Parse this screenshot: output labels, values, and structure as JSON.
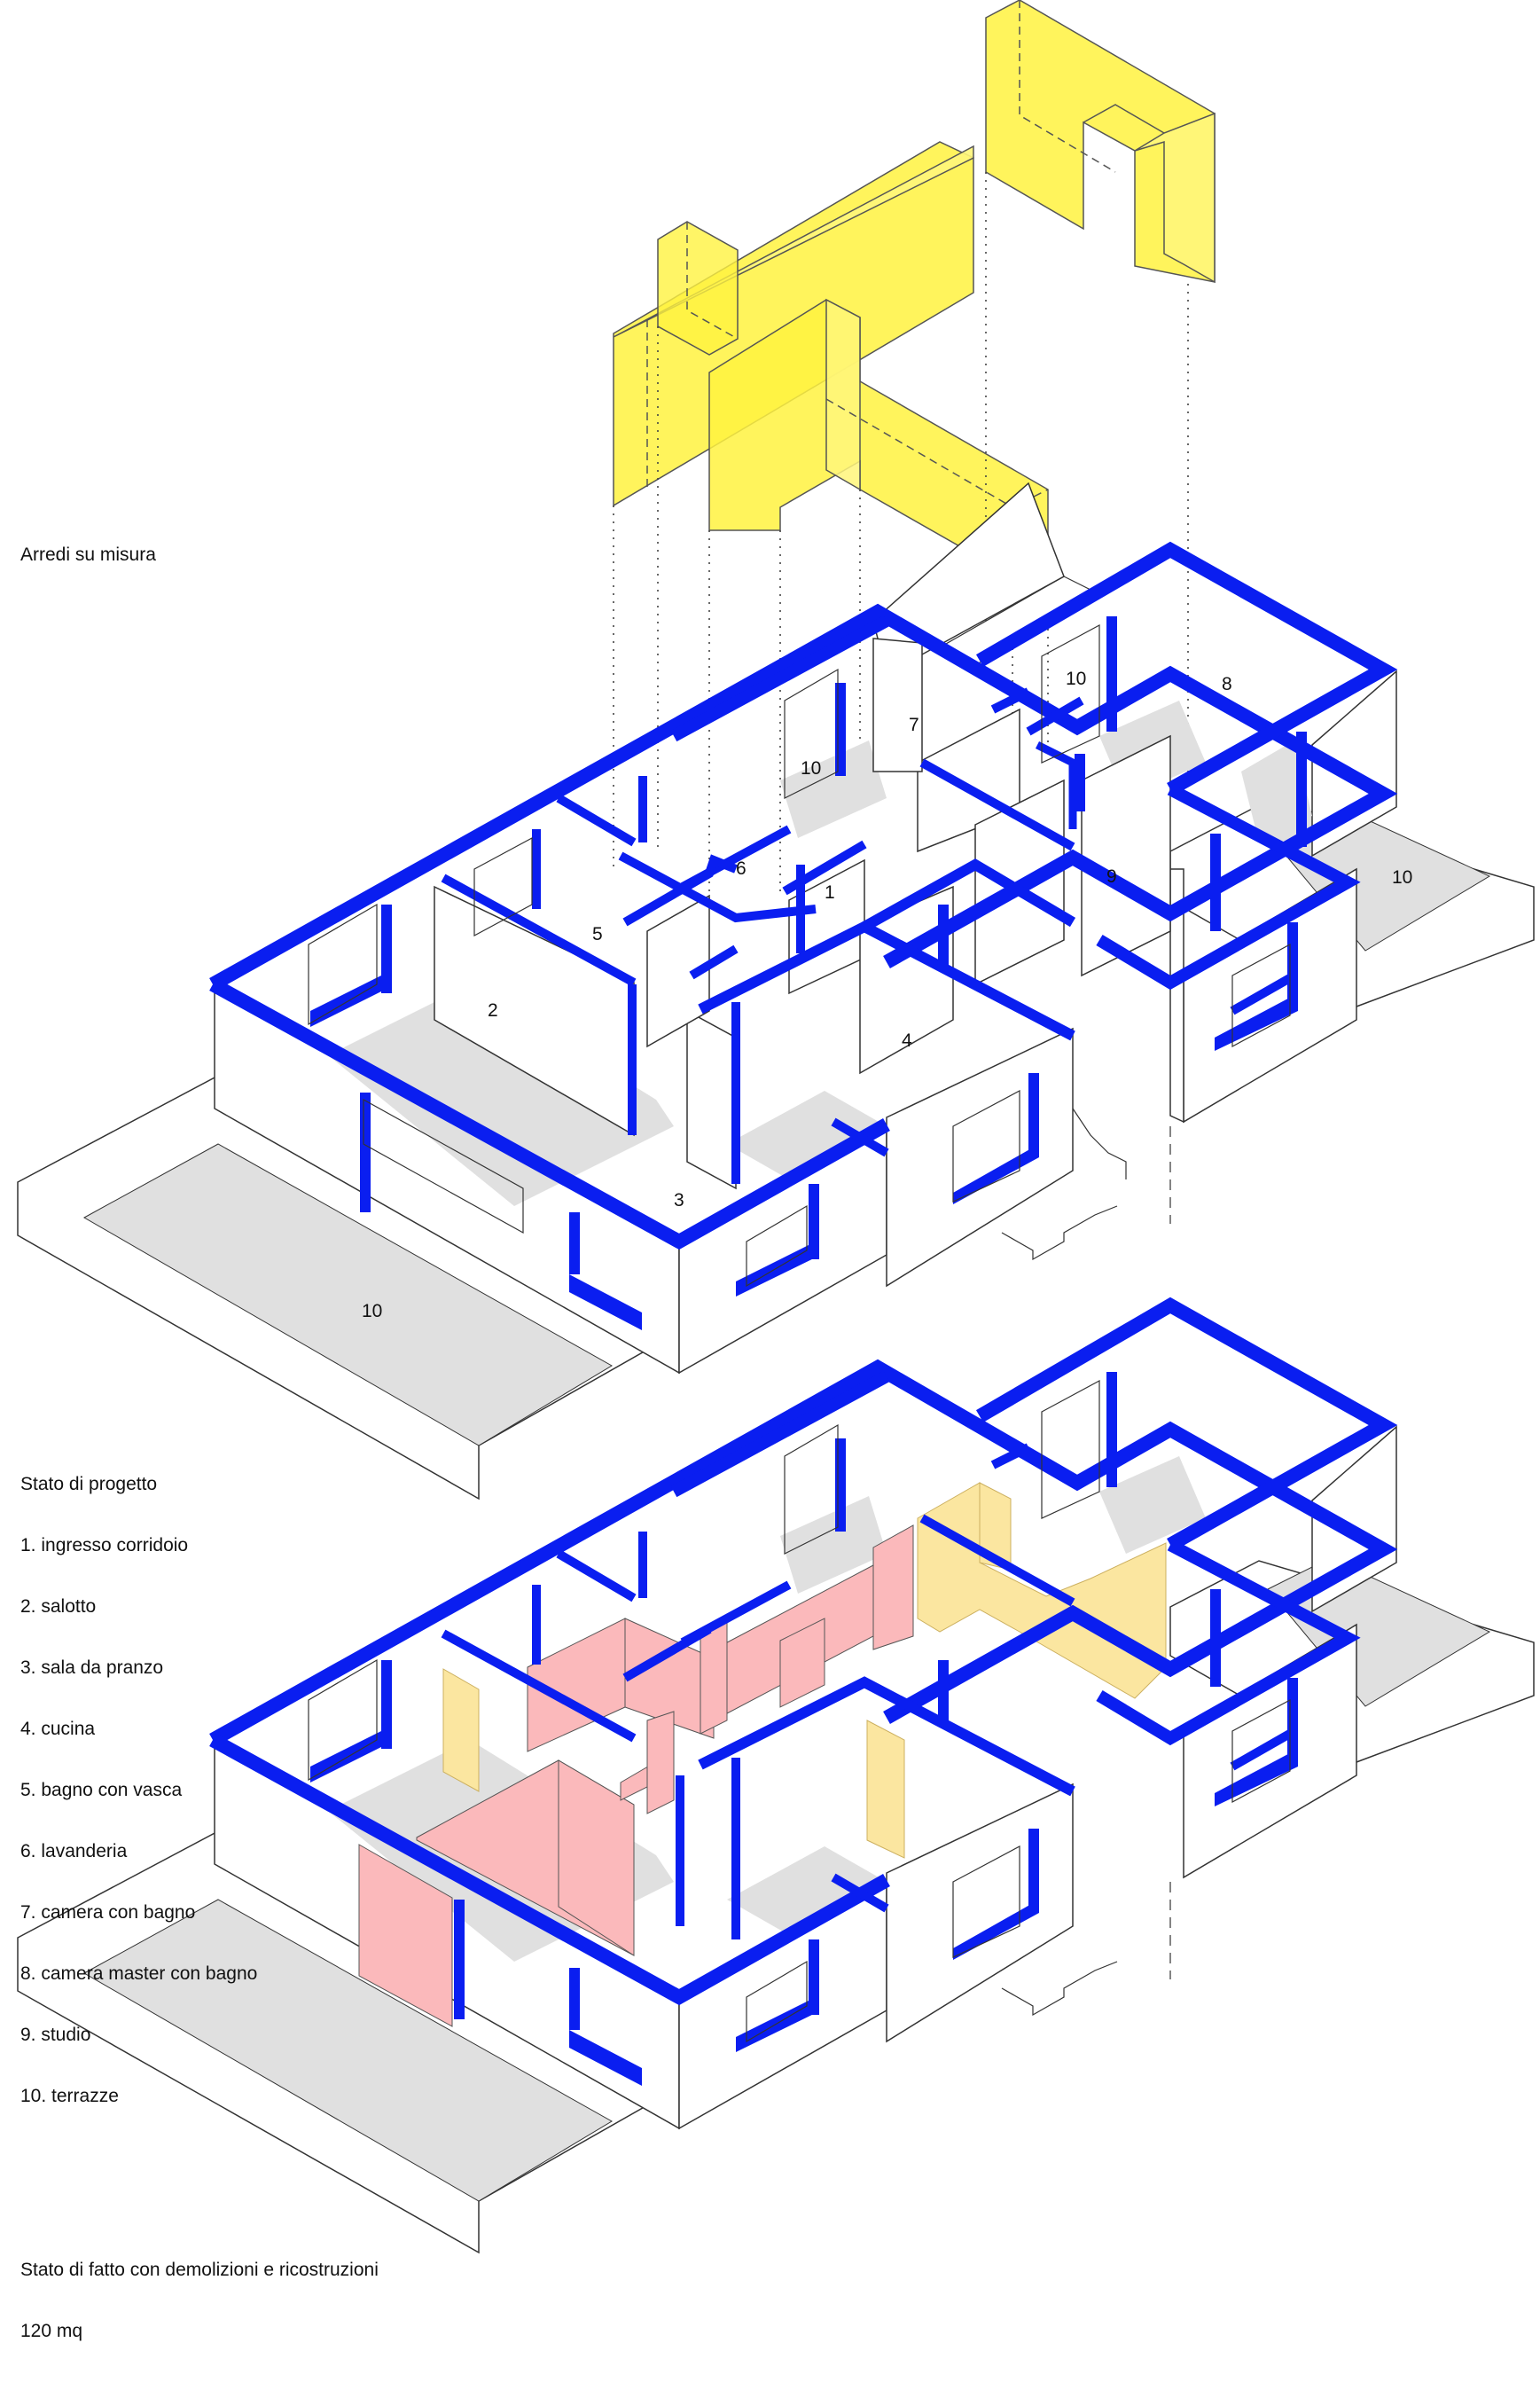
{
  "captions": {
    "furniture": "Arredi su misura",
    "project_title": "Stato di progetto",
    "existing_line1": "Stato di fatto con demolizioni e ricostruzioni",
    "existing_line2": "120 mq"
  },
  "legend": [
    "1. ingresso corridoio",
    "2. salotto",
    "3. sala da pranzo",
    "4. cucina",
    "5. bagno con vasca",
    "6. lavanderia",
    "7. camera con bagno",
    "8. camera master con bagno",
    "9. studio",
    "10. terrazze"
  ],
  "room_labels": {
    "r1": "1",
    "r2": "2",
    "r3": "3",
    "r4": "4",
    "r5": "5",
    "r6": "6",
    "r7": "7",
    "r8": "8",
    "r9": "9",
    "r10a": "10",
    "r10b": "10",
    "r10c": "10",
    "r10d": "10"
  },
  "colors": {
    "wall_section": "#0a1ef0",
    "furniture": "#fff240",
    "demolition": "#fbb9bb",
    "new_wall": "#fbe6a0",
    "floor": "#e0e0e0",
    "line": "#333333"
  }
}
